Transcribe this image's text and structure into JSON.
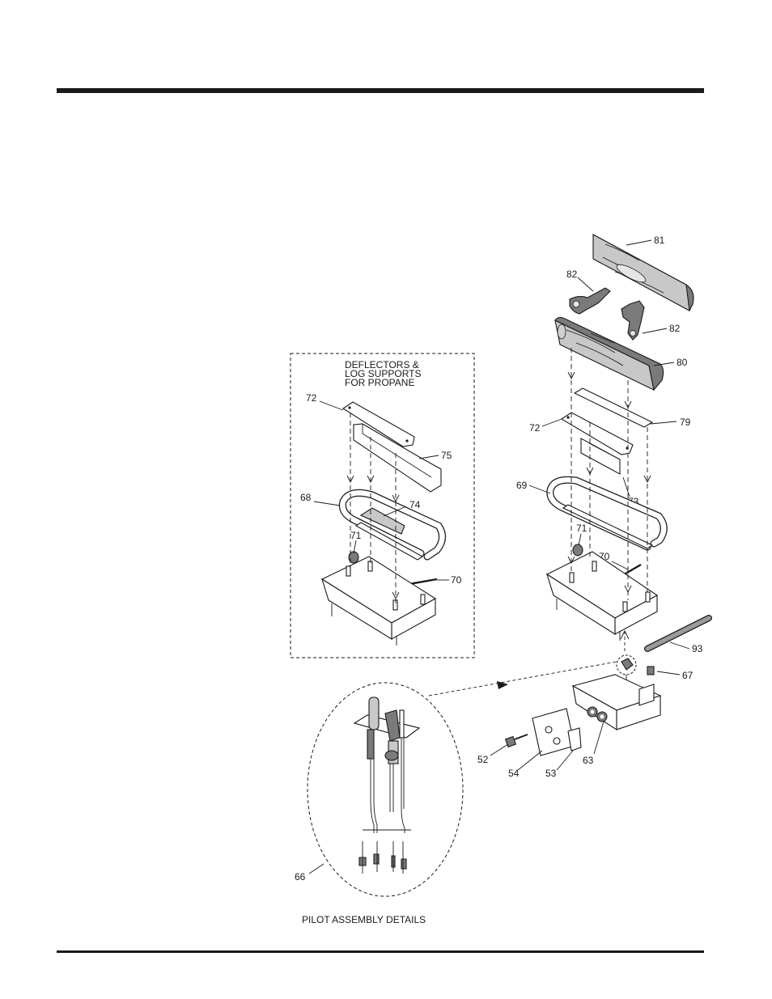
{
  "inset": {
    "heading_lines": [
      "DEFLECTORS &",
      "LOG SUPPORTS",
      "FOR PROPANE"
    ]
  },
  "pilot": {
    "caption": "PILOT ASSEMBLY DETAILS"
  },
  "callouts": {
    "c81": "81",
    "c82a": "82",
    "c82b": "82",
    "c80": "80",
    "c72r": "72",
    "c79": "79",
    "c73": "73",
    "c69": "69",
    "c71r": "71",
    "c70r": "70",
    "c93": "93",
    "c67": "67",
    "c52": "52",
    "c54": "54",
    "c53": "53",
    "c63": "63",
    "c66": "66",
    "c72l": "72",
    "c75": "75",
    "c68": "68",
    "c74": "74",
    "c71l": "71",
    "c70l": "70"
  }
}
